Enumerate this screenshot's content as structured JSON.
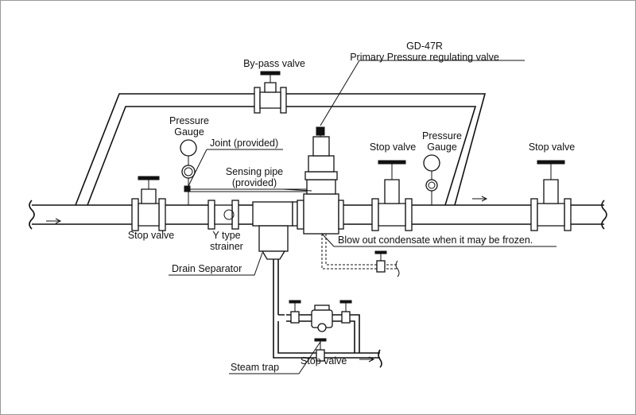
{
  "labels": {
    "model": "GD-47R",
    "primary_valve": "Primary Pressure regulating valve",
    "bypass_valve": "By-pass valve",
    "pressure_gauge_left_1": "Pressure",
    "pressure_gauge_left_2": "Gauge",
    "pressure_gauge_right_1": "Pressure",
    "pressure_gauge_right_2": "Gauge",
    "joint": "Joint (provided)",
    "sensing_pipe_1": "Sensing pipe",
    "sensing_pipe_2": "(provided)",
    "stop_valve_left": "Stop valve",
    "stop_valve_mid": "Stop valve",
    "stop_valve_right": "Stop valve",
    "stop_valve_bottom": "Stop valve",
    "y_strainer_1": "Y type",
    "y_strainer_2": "strainer",
    "drain_separator": "Drain Separator",
    "blow_out": "Blow out condensate when it may be frozen.",
    "steam_trap": "Steam trap"
  }
}
